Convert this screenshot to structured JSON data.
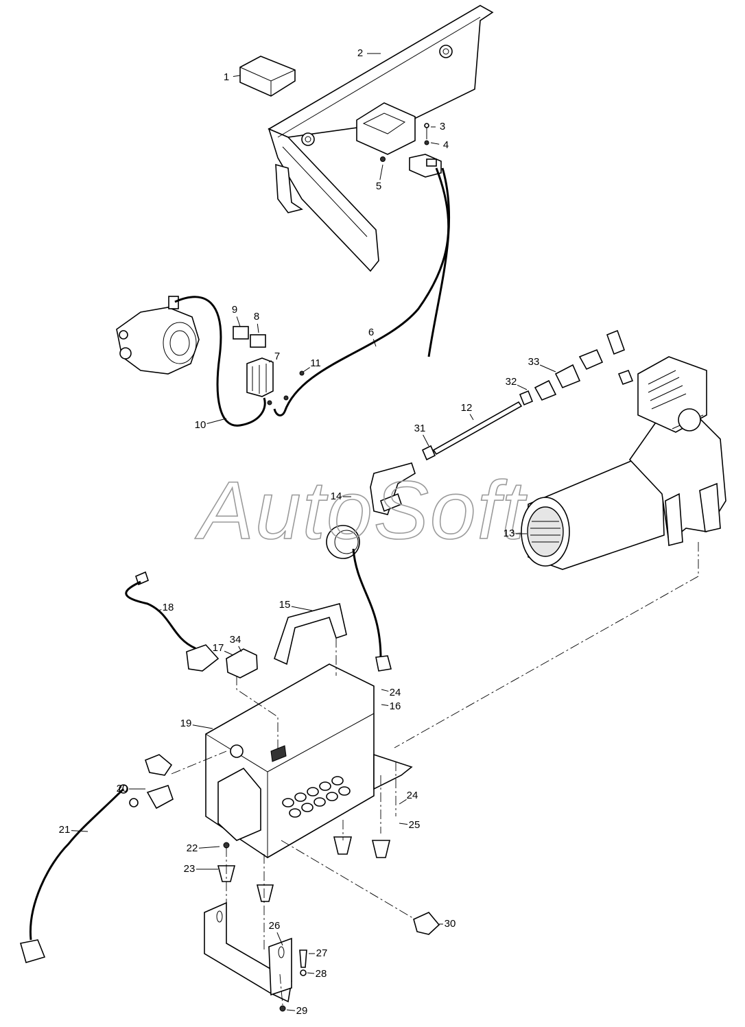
{
  "watermark": "AutoSoft",
  "callouts": [
    {
      "id": "c1",
      "text": "1"
    },
    {
      "id": "c2",
      "text": "2"
    },
    {
      "id": "c3",
      "text": "3"
    },
    {
      "id": "c4",
      "text": "4"
    },
    {
      "id": "c5",
      "text": "5"
    },
    {
      "id": "c6",
      "text": "6"
    },
    {
      "id": "c7",
      "text": "7"
    },
    {
      "id": "c8",
      "text": "8"
    },
    {
      "id": "c9",
      "text": "9"
    },
    {
      "id": "c10",
      "text": "10"
    },
    {
      "id": "c11",
      "text": "11"
    },
    {
      "id": "c12",
      "text": "12"
    },
    {
      "id": "c13",
      "text": "13"
    },
    {
      "id": "c14",
      "text": "14"
    },
    {
      "id": "c15",
      "text": "15"
    },
    {
      "id": "c16",
      "text": "16"
    },
    {
      "id": "c17",
      "text": "17"
    },
    {
      "id": "c18",
      "text": "18"
    },
    {
      "id": "c19",
      "text": "19"
    },
    {
      "id": "c20",
      "text": "20"
    },
    {
      "id": "c21",
      "text": "21"
    },
    {
      "id": "c22",
      "text": "22"
    },
    {
      "id": "c23",
      "text": "23"
    },
    {
      "id": "c24a",
      "text": "24"
    },
    {
      "id": "c24b",
      "text": "24"
    },
    {
      "id": "c25",
      "text": "25"
    },
    {
      "id": "c26",
      "text": "26"
    },
    {
      "id": "c27",
      "text": "27"
    },
    {
      "id": "c28",
      "text": "28"
    },
    {
      "id": "c29",
      "text": "29"
    },
    {
      "id": "c30",
      "text": "30"
    },
    {
      "id": "c31",
      "text": "31"
    },
    {
      "id": "c32",
      "text": "32"
    },
    {
      "id": "c33",
      "text": "33"
    },
    {
      "id": "c34",
      "text": "34"
    }
  ]
}
